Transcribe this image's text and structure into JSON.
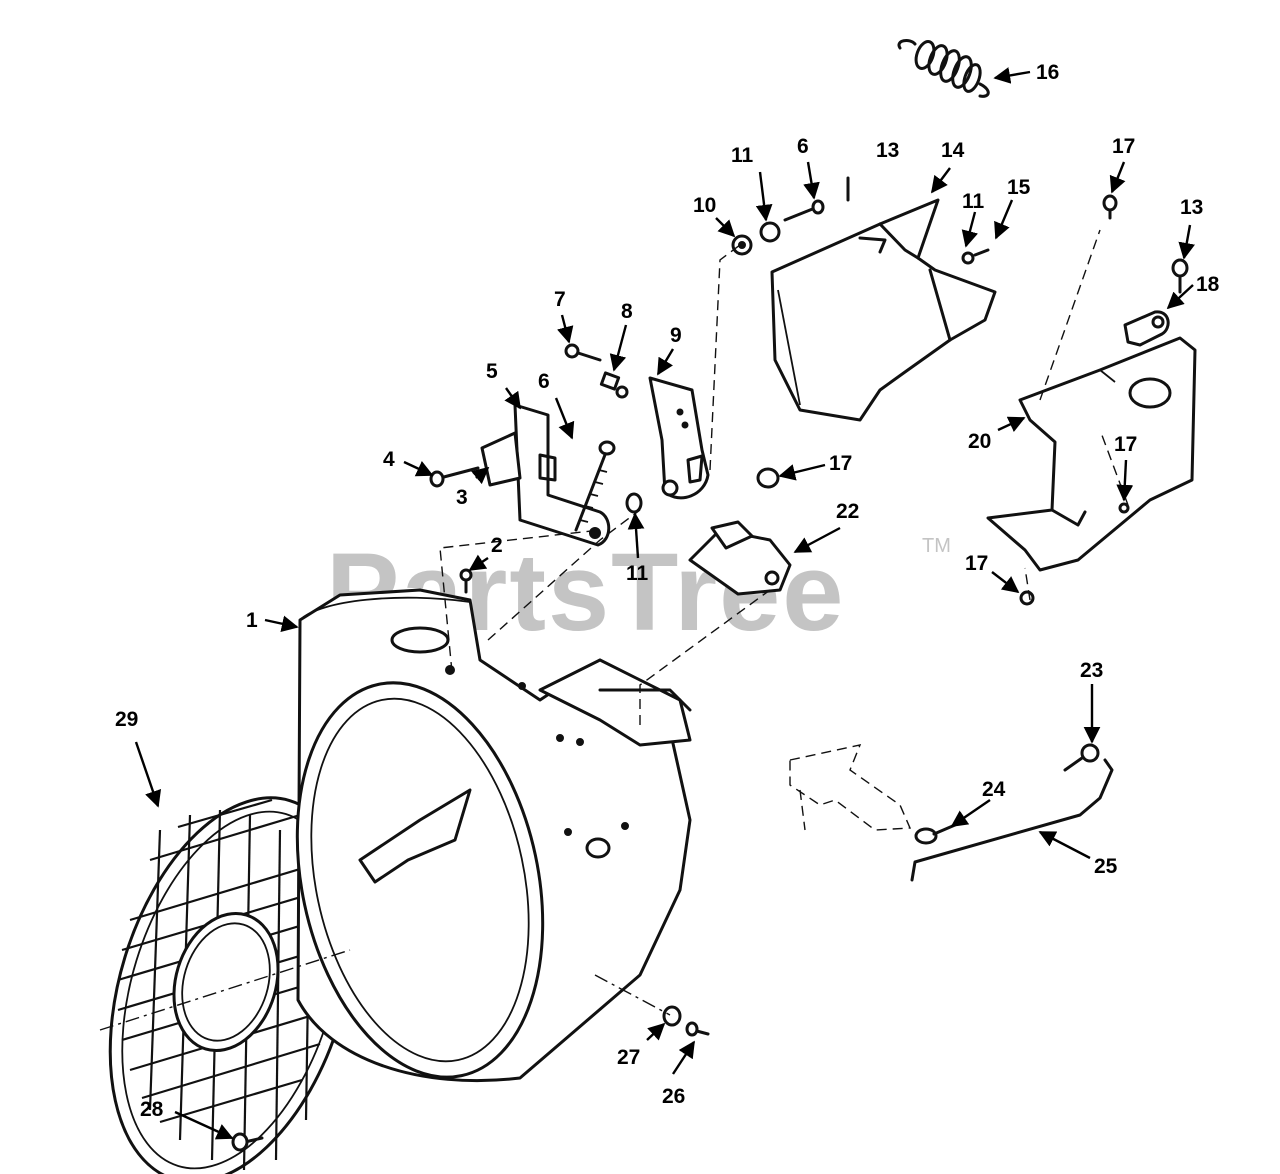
{
  "watermark": {
    "text": "PartsTree",
    "tm": "TM"
  },
  "callouts": [
    "1",
    "2",
    "3",
    "4",
    "5",
    "6",
    "7",
    "8",
    "9",
    "10",
    "11",
    "13",
    "14",
    "15",
    "16",
    "17",
    "18",
    "20",
    "22",
    "23",
    "24",
    "25",
    "26",
    "27",
    "28",
    "29"
  ]
}
